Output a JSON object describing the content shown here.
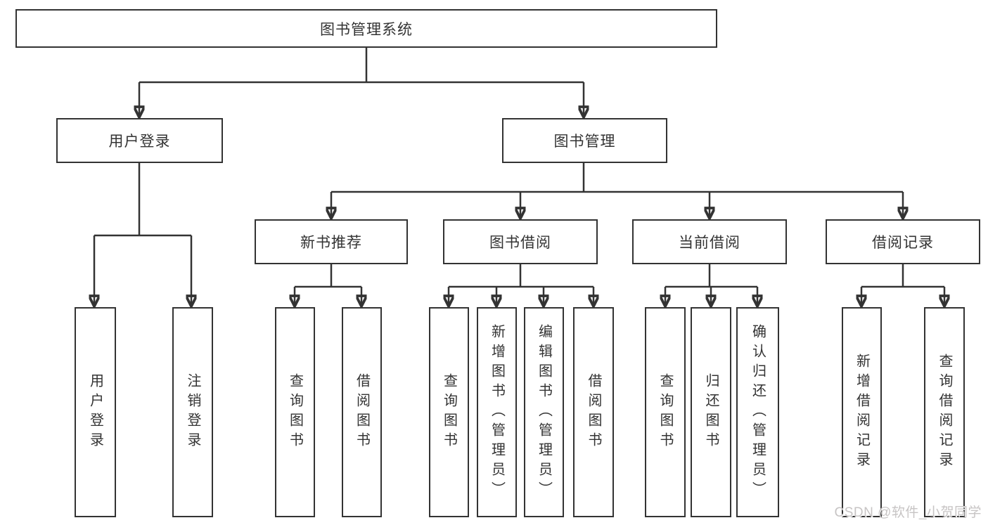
{
  "watermark": "CSDN @软件_小贺同学",
  "colors": {
    "line": "#333333",
    "box_border": "#333333",
    "text": "#333333",
    "watermark": "#c7c4c4",
    "background": "#ffffff"
  },
  "tree": {
    "root": {
      "label": "图书管理系统"
    },
    "branches": [
      {
        "label": "用户登录",
        "children": [
          {
            "label": "用户登录"
          },
          {
            "label": "注销登录"
          }
        ]
      },
      {
        "label": "图书管理",
        "children": [
          {
            "label": "新书推荐",
            "children": [
              {
                "label": "查询图书"
              },
              {
                "label": "借阅图书"
              }
            ]
          },
          {
            "label": "图书借阅",
            "children": [
              {
                "label": "查询图书"
              },
              {
                "label": "新增图书（管理员）"
              },
              {
                "label": "编辑图书（管理员）"
              },
              {
                "label": "借阅图书"
              }
            ]
          },
          {
            "label": "当前借阅",
            "children": [
              {
                "label": "查询图书"
              },
              {
                "label": "归还图书"
              },
              {
                "label": "确认归还（管理员）"
              }
            ]
          },
          {
            "label": "借阅记录",
            "children": [
              {
                "label": "新增借阅记录"
              },
              {
                "label": "查询借阅记录"
              }
            ]
          }
        ]
      }
    ]
  }
}
